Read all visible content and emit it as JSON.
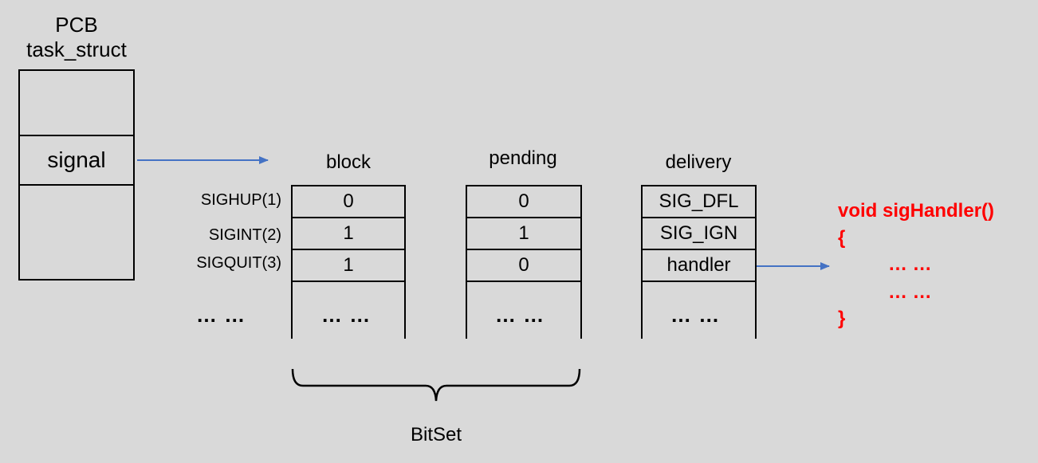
{
  "pcb": {
    "title_line1": "PCB",
    "title_line2": "task_struct",
    "signal_label": "signal"
  },
  "signals": [
    {
      "name": "SIGHUP(1)"
    },
    {
      "name": "SIGINT(2)"
    },
    {
      "name": "SIGQUIT(3)"
    }
  ],
  "signals_more": "… …",
  "block": {
    "title": "block",
    "values": [
      "0",
      "1",
      "1"
    ],
    "more": "… …"
  },
  "pending": {
    "title": "pending",
    "values": [
      "0",
      "1",
      "0"
    ],
    "more": "… …"
  },
  "delivery": {
    "title": "delivery",
    "values": [
      "SIG_DFL",
      "SIG_IGN",
      "handler"
    ],
    "more": "… …"
  },
  "bitset_label": "BitSet",
  "handler_code": {
    "signature": "void sigHandler()",
    "open_brace": "{",
    "body_line1": "… …",
    "body_line2": "… …",
    "close_brace": "}"
  },
  "colors": {
    "background": "#d9d9d9",
    "arrow": "#4472c4",
    "code": "#ff0000"
  }
}
